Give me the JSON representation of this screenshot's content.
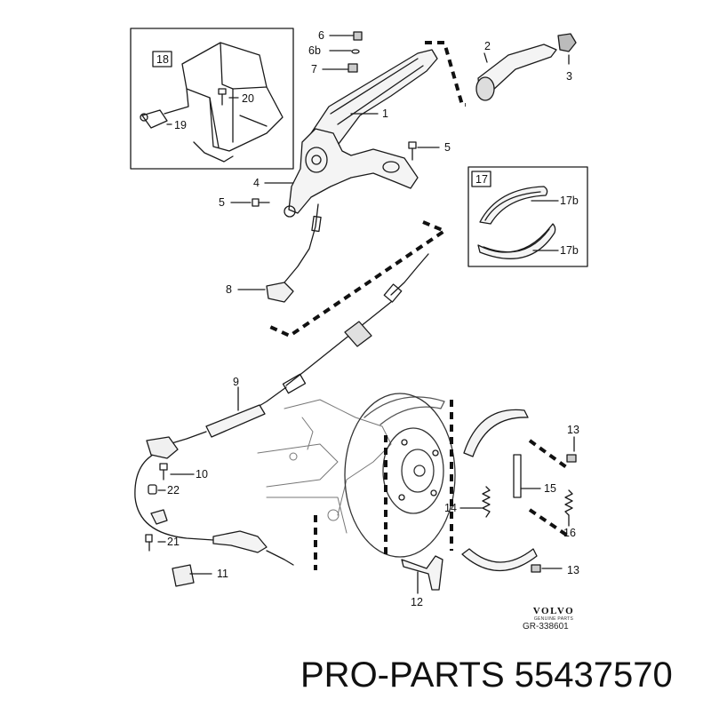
{
  "callouts": {
    "n1": "1",
    "n2": "2",
    "n3": "3",
    "n4": "4",
    "n5a": "5",
    "n5b": "5",
    "n6": "6",
    "n6b": "6b",
    "n7": "7",
    "n8": "8",
    "n9": "9",
    "n10": "10",
    "n11": "11",
    "n12": "12",
    "n13a": "13",
    "n13b": "13",
    "n14": "14",
    "n15": "15",
    "n16": "16",
    "n17b_top": "17b",
    "n17b_bottom": "17b",
    "n19": "19",
    "n20": "20",
    "n21": "21",
    "n22": "22"
  },
  "boxes": {
    "box18": "18",
    "box17": "17"
  },
  "logo": {
    "brand": "VOLVO",
    "tagline": "GENUINE PARTS"
  },
  "reference": "GR-338601",
  "footer": {
    "part_label": "PRO-PARTS 55437570"
  },
  "colors": {
    "line": "#1a1a1a",
    "dash": "#111111",
    "shade": "#e9e9e9"
  }
}
